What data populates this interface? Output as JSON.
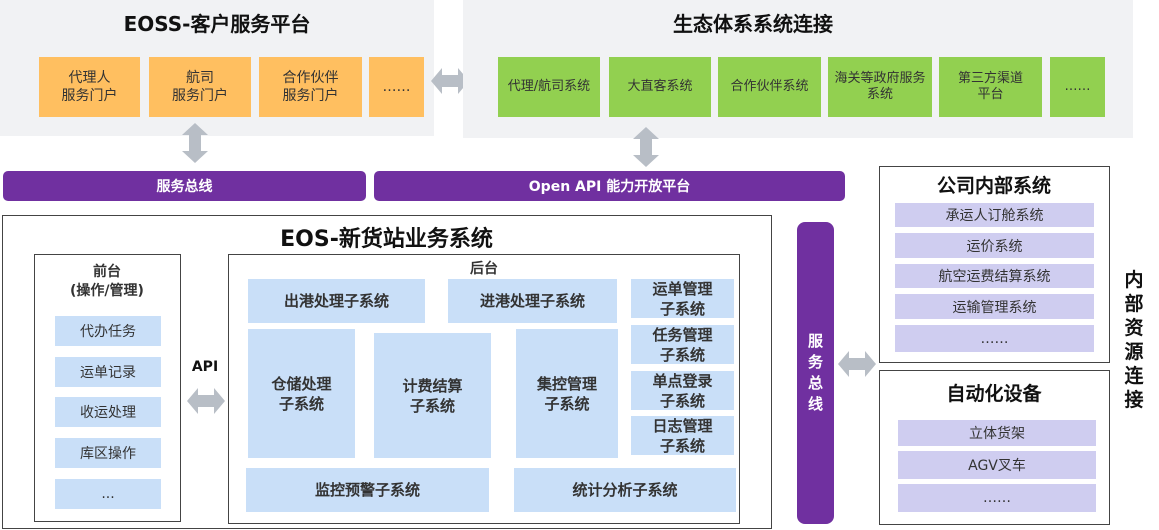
{
  "eoss_platform": {
    "title": "EOSS-客户服务平台",
    "portals": [
      "代理人\n服务门户",
      "航司\n服务门户",
      "合作伙伴\n服务门户",
      "……"
    ]
  },
  "ecosystem": {
    "title": "生态体系系统连接",
    "systems": [
      "代理/航司系统",
      "大直客系统",
      "合作伙伴系统",
      "海关等政府服务\n系统",
      "第三方渠道\n平台",
      "……"
    ]
  },
  "bars": {
    "service_bus": "服务总线",
    "open_api": "Open API 能力开放平台",
    "vertical_bus": "服\n务\n总\n线"
  },
  "eos_system": {
    "title": "EOS-新货站业务系统",
    "api_label": "API",
    "frontend": {
      "title": "前台\n(操作/管理)",
      "items": [
        "代办任务",
        "运单记录",
        "收运处理",
        "库区操作",
        "..."
      ]
    },
    "backend": {
      "title": "后台",
      "subsystems": {
        "outbound": "出港处理子系统",
        "inbound": "进港处理子系统",
        "waybill": "运单管理\n子系统",
        "task": "任务管理\n子系统",
        "sso": "单点登录\n子系统",
        "log": "日志管理\n子系统",
        "warehouse": "仓储处理\n子系统",
        "billing": "计费结算\n子系统",
        "central_control": "集控管理\n子系统",
        "monitoring": "监控预警子系统",
        "statistics": "统计分析子系统"
      }
    }
  },
  "internal_systems": {
    "title": "公司内部系统",
    "items": [
      "承运人订舱系统",
      "运价系统",
      "航空运费结算系统",
      "运输管理系统",
      "……"
    ]
  },
  "automation": {
    "title": "自动化设备",
    "items": [
      "立体货架",
      "AGV叉车",
      "……"
    ]
  },
  "side_label": "内\n部\n资\n源\n连\n接",
  "colors": {
    "portal_orange": "#ffbf60",
    "ecosystem_green": "#92d050",
    "bus_purple": "#7030a0",
    "subsystem_blue": "#c9dff8",
    "internal_lavender": "#cfcdf0",
    "panel_gray": "#f1f2f4",
    "arrow_gray": "#b8bec6"
  }
}
